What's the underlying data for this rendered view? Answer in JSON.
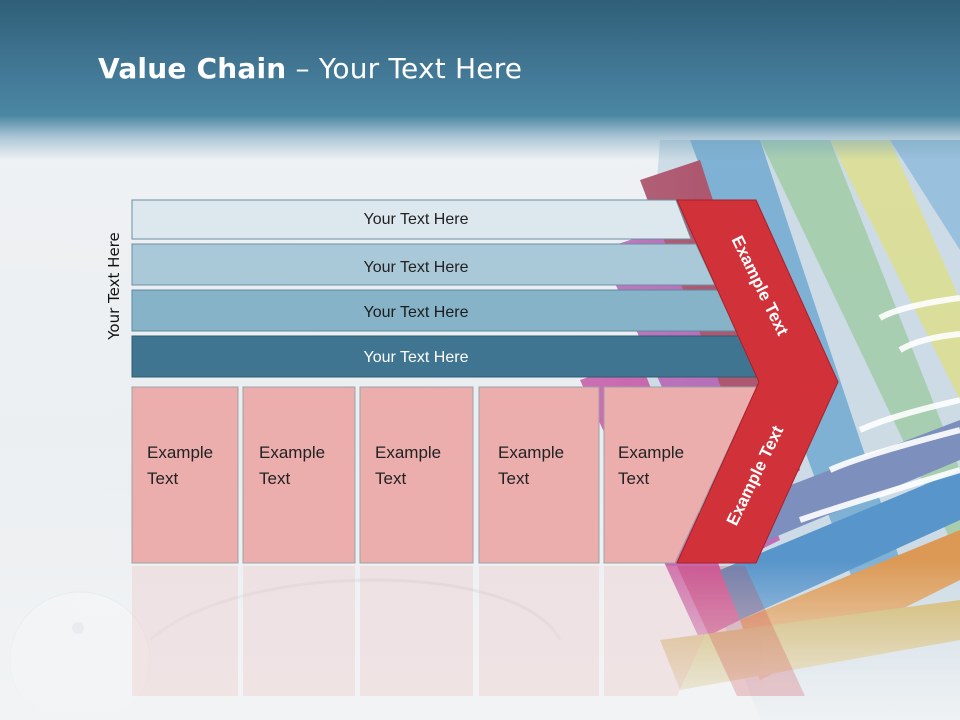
{
  "title": {
    "bold": "Value Chain",
    "rest": " – Your Text Here"
  },
  "side_label": "Your Text Here",
  "bars": [
    {
      "label": "Your Text Here"
    },
    {
      "label": "Your Text Here"
    },
    {
      "label": "Your Text Here"
    },
    {
      "label": "Your Text Here"
    }
  ],
  "boxes": [
    {
      "line1": "Example",
      "line2": "Text"
    },
    {
      "line1": "Example",
      "line2": "Text"
    },
    {
      "line1": "Example",
      "line2": "Text"
    },
    {
      "line1": "Example",
      "line2": "Text"
    },
    {
      "line1": "Example",
      "line2": "Text"
    }
  ],
  "chevron": {
    "upper": "Example Text",
    "lower": "Example Text"
  },
  "colors": {
    "title_band": "#3f7390",
    "bar_1": "#dde8ee",
    "bar_2": "#a9c9d8",
    "bar_3": "#86b3c8",
    "bar_4": "#3f7590",
    "box_fill": "#ecadad",
    "chevron": "#d1323a"
  }
}
